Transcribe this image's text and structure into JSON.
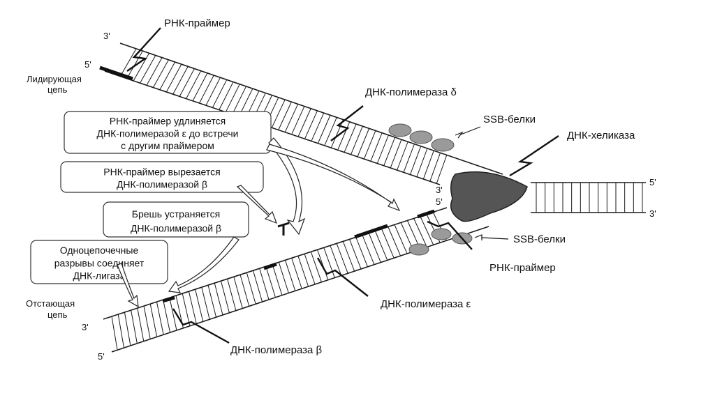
{
  "labels": {
    "rna_primer_top": "РНК-праймер",
    "leading_strand": [
      "Лидирующая",
      "цепь"
    ],
    "dna_pol_delta": "ДНК-полимераза δ",
    "ssb_top": "SSB-белки",
    "helicase": "ДНК-хеликаза",
    "ssb_bottom": "SSB-белки",
    "rna_primer_bottom": "РНК-праймер",
    "dna_pol_eps": "ДНК-полимераза ε",
    "dna_pol_beta": "ДНК-полимераза β",
    "lagging_strand": [
      "Отстающая",
      "цепь"
    ]
  },
  "ends": {
    "top_3": "3'",
    "top_5": "5'",
    "fork_3": "3'",
    "fork_5": "5'",
    "right_5": "5'",
    "right_3": "3'",
    "bottom_3": "3'",
    "bottom_5": "5'"
  },
  "callouts": [
    [
      "РНК-праймер удлиняется",
      "ДНК-полимеразой ε до встречи",
      "с другим праймером"
    ],
    [
      "РНК-праймер вырезается",
      "ДНК-полимеразой β"
    ],
    [
      "Брешь устраняется",
      "ДНК-полимеразой β"
    ],
    [
      "Одноцепочечные",
      "разрывы соединяет",
      "ДНК-лигаза"
    ]
  ],
  "colors": {
    "line": "#1a1a1a",
    "ssb": "#9a9a9a",
    "helicase": "#555555"
  }
}
